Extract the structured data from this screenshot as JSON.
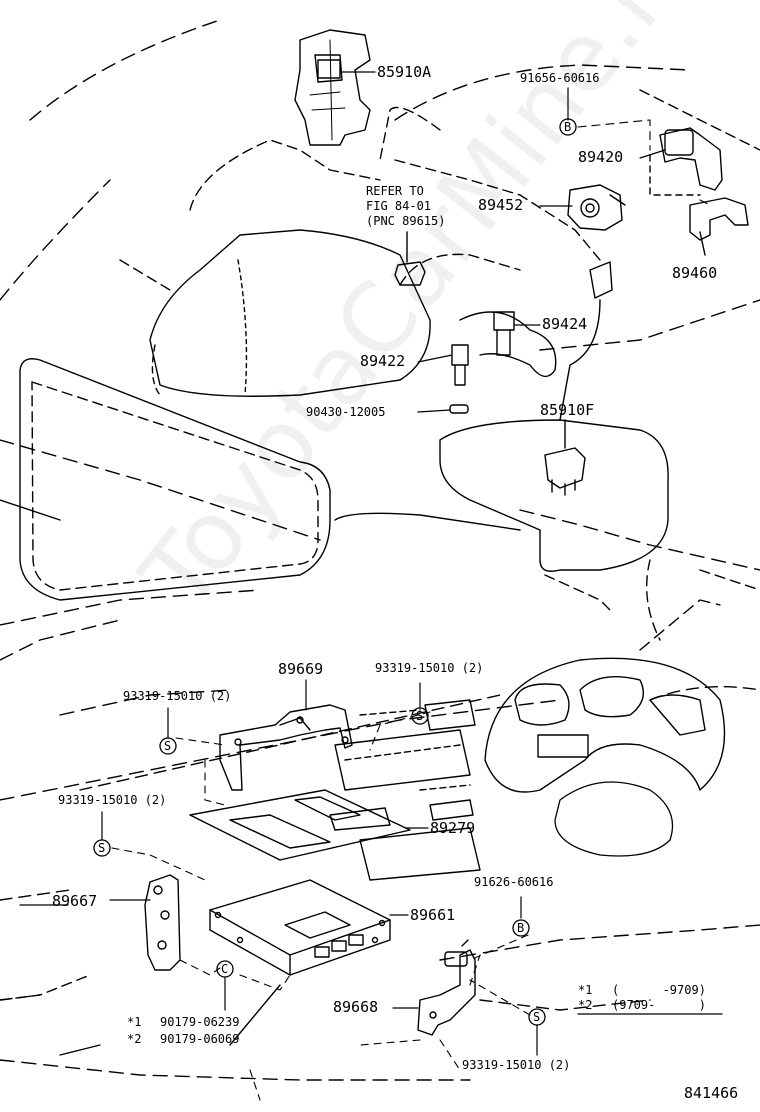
{
  "diagram": {
    "watermark": "ToyotaCarMine.ru",
    "figure_number": "841466",
    "refer_note": [
      "REFER TO",
      "FIG 84-01",
      "(PNC 89615)"
    ],
    "parts": {
      "p85910A": "85910A",
      "p91656": "91656-60616",
      "p89420": "89420",
      "p89452": "89452",
      "p89460": "89460",
      "p89424": "89424",
      "p89422": "89422",
      "p90430": "90430-12005",
      "p85910F": "85910F",
      "p89669": "89669",
      "p93319_tr": "93319-15010 (2)",
      "p93319_tl": "93319-15010 (2)",
      "p93319_ml": "93319-15010 (2)",
      "p89279": "89279",
      "p91626": "91626-60616",
      "p89667": "89667",
      "p89661": "89661",
      "p89668": "89668",
      "p90179a": "90179-06239",
      "p90179b": "90179-06069",
      "p93319_br": "93319-15010 (2)"
    },
    "markers": {
      "bolt": "B",
      "screw": "S",
      "clip": "C"
    },
    "star_notes": {
      "s1": "*1",
      "s2": "*2"
    },
    "legend": {
      "s1_marker": "*1",
      "s1_range": "(      -9709)",
      "s2_marker": "*2",
      "s2_range": "(9709-      )"
    }
  }
}
